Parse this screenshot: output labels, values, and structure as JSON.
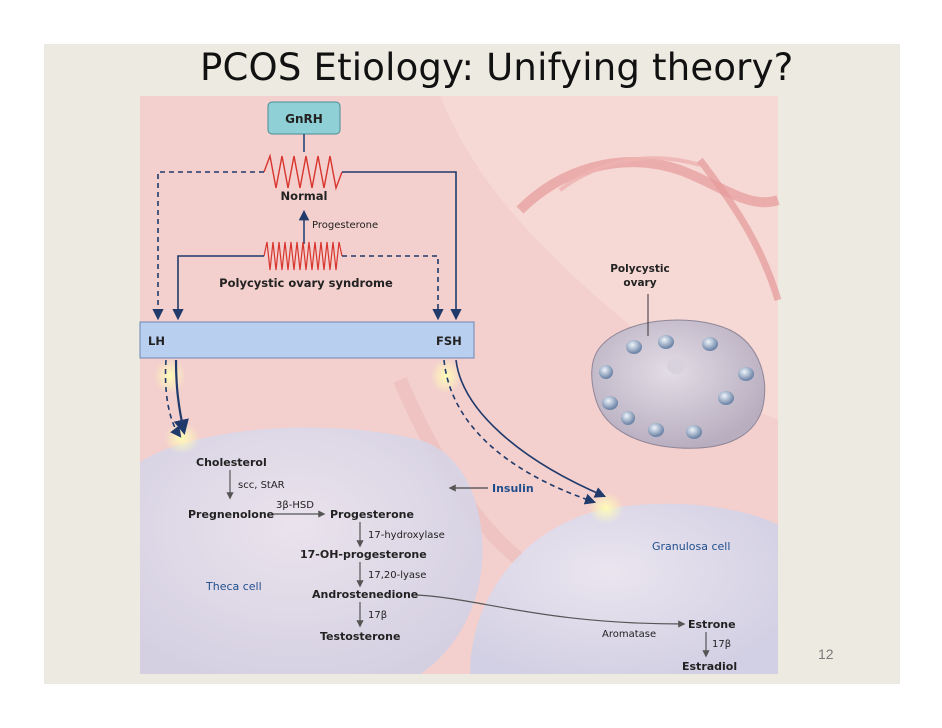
{
  "slide": {
    "title": "PCOS Etiology: Unifying theory?",
    "page_number": "12"
  },
  "labels": {
    "gnrh": "GnRH",
    "normal": "Normal",
    "progesterone_feedback": "Progesterone",
    "pcos": "Polycystic ovary syndrome",
    "lh": "LH",
    "fsh": "FSH",
    "polycystic_ovary_line1": "Polycystic",
    "polycystic_ovary_line2": "ovary",
    "insulin": "Insulin",
    "theca_cell": "Theca cell",
    "granulosa_cell": "Granulosa cell"
  },
  "pathway": {
    "cholesterol": "Cholesterol",
    "scc_star": "scc, StAR",
    "pregnenolone": "Pregnenolone",
    "hsd": "3β-HSD",
    "progesterone": "Progesterone",
    "hydroxylase": "17-hydroxylase",
    "oh_progesterone": "17-OH-progesterone",
    "lyase": "17,20-lyase",
    "androstenedione": "Androstenedione",
    "beta17_a": "17β",
    "testosterone": "Testosterone",
    "aromatase": "Aromatase",
    "estrone": "Estrone",
    "beta17_b": "17β",
    "estradiol": "Estradiol"
  },
  "colors": {
    "background_slide": "#edebe1",
    "illustration_pink": "#f3c9c8",
    "hormone_bar": "#b9cfef",
    "gnrh_box": "#8fd0d6",
    "pulse_red": "#d8352e",
    "arrow_navy": "#1f3a6b",
    "label_blue": "#1f4e8c"
  }
}
